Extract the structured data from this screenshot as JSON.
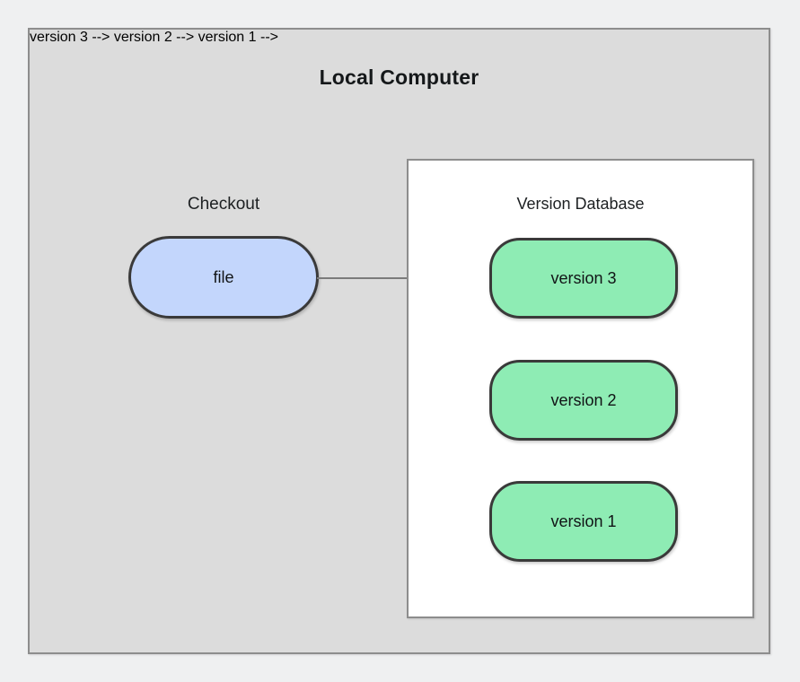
{
  "diagram": {
    "title": "Local Computer",
    "checkout": {
      "label": "Checkout",
      "node_label": "file"
    },
    "version_database": {
      "label": "Version Database",
      "versions": [
        {
          "label": "version 3"
        },
        {
          "label": "version 2"
        },
        {
          "label": "version 1"
        }
      ]
    }
  },
  "colors": {
    "page_background": "#eff0f1",
    "outer_box_fill": "#dcdcdc",
    "outer_box_border": "#8d8d8d",
    "panel_fill": "#ffffff",
    "panel_border": "#8d8d8d",
    "file_node_fill": "#c3d6fc",
    "version_node_fill": "#8eecb4",
    "node_border": "#3a3a3a",
    "connector": "#7b7b7b",
    "text": "#15181a"
  }
}
